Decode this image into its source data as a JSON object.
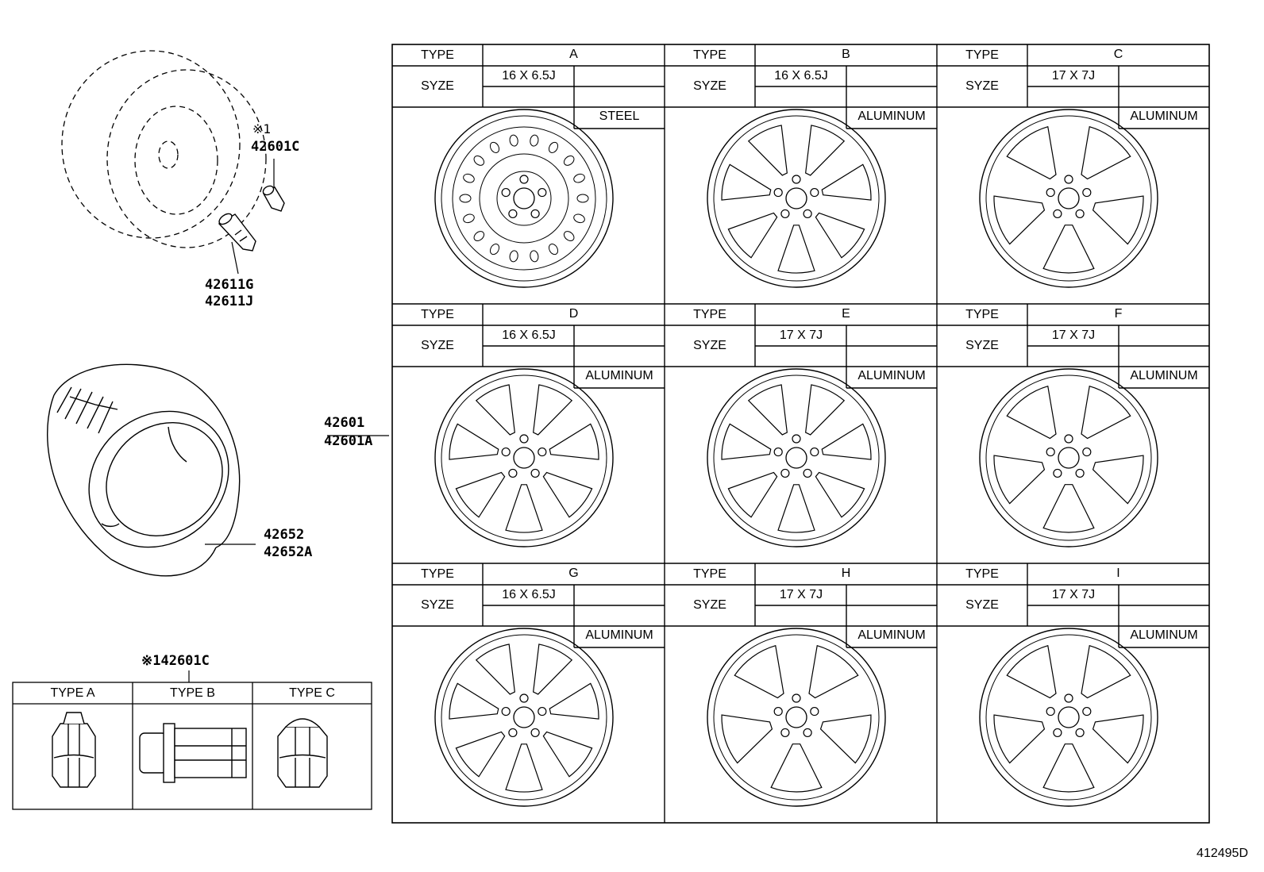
{
  "labels": {
    "note_mark": "※1",
    "nut_part": "42601C",
    "valve_a": "42611G",
    "valve_b": "42611J",
    "wheel_a": "42601",
    "wheel_b": "42601A",
    "tire_a": "42652",
    "tire_b": "42652A",
    "nut_table_title": "※142601C"
  },
  "nut_types": [
    "TYPE  A",
    "TYPE  B",
    "TYPE  C"
  ],
  "wheel_table": {
    "type_label": "TYPE",
    "size_label": "SYZE",
    "cells": [
      {
        "type": "A",
        "size": "16 X 6.5J",
        "material": "STEEL"
      },
      {
        "type": "B",
        "size": "16 X 6.5J",
        "material": "ALUMINUM"
      },
      {
        "type": "C",
        "size": "17 X 7J",
        "material": "ALUMINUM"
      },
      {
        "type": "D",
        "size": "16 X 6.5J",
        "material": "ALUMINUM"
      },
      {
        "type": "E",
        "size": "17 X 7J",
        "material": "ALUMINUM"
      },
      {
        "type": "F",
        "size": "17 X 7J",
        "material": "ALUMINUM"
      },
      {
        "type": "G",
        "size": "16 X 6.5J",
        "material": "ALUMINUM"
      },
      {
        "type": "H",
        "size": "17 X 7J",
        "material": "ALUMINUM"
      },
      {
        "type": "I",
        "size": "17 X 7J",
        "material": "ALUMINUM"
      }
    ]
  },
  "diagram_id": "412495D"
}
